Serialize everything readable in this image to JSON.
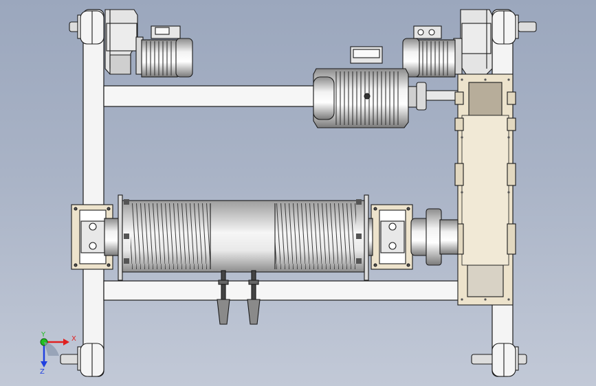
{
  "viewport": {
    "background_top": "#9ba7bd",
    "background_bottom": "#c2c9d7"
  },
  "model": {
    "description_icon": "winch-trolley-assembly",
    "frame_color": "#f4f4f4",
    "gearbox_color": "#e8e8e8",
    "plate_color": "#ede3cc",
    "edge_color": "#1a1a1a"
  },
  "triad": {
    "x_label": "X",
    "y_label": "Y",
    "z_label": "Z",
    "x_color": "#e02020",
    "y_color": "#20c020",
    "z_color": "#2040e0"
  }
}
